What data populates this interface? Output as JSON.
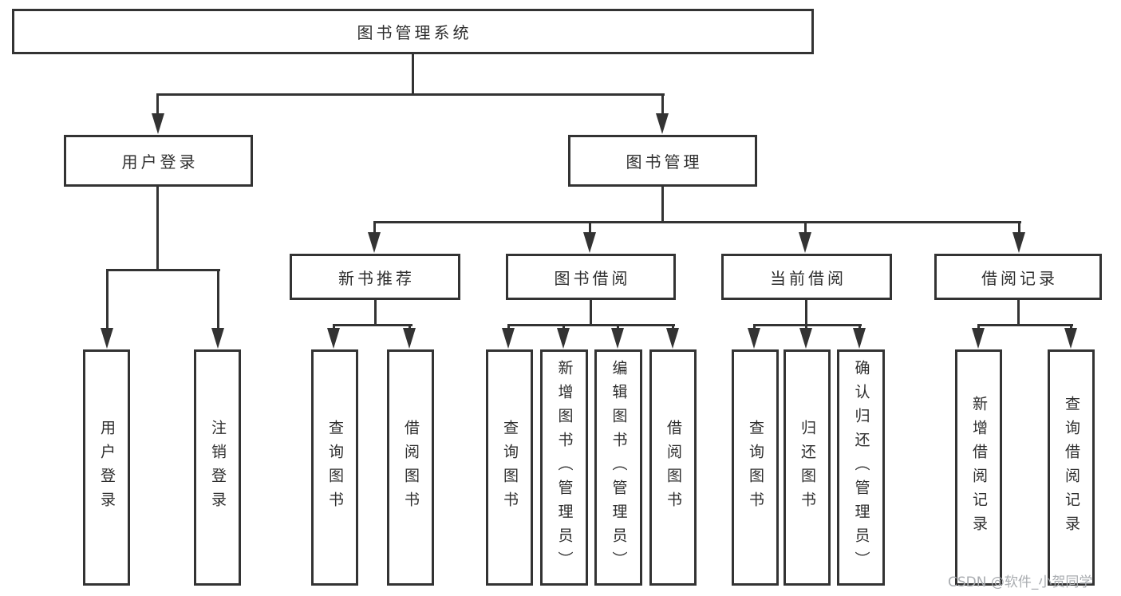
{
  "tree": {
    "root": "图书管理系统",
    "l1": [
      "用户登录",
      "图书管理"
    ],
    "login_leaves": [
      "用户登录",
      "注销登录"
    ],
    "l2": [
      "新书推荐",
      "图书借阅",
      "当前借阅",
      "借阅记录"
    ],
    "newbook_leaves": [
      "查询图书",
      "借阅图书"
    ],
    "borrow_leaves": [
      "查询图书",
      "新增图书（管理员）",
      "编辑图书（管理员）",
      "借阅图书"
    ],
    "current_leaves": [
      "查询图书",
      "归还图书",
      "确认归还（管理员）"
    ],
    "record_leaves": [
      "新增借阅记录",
      "查询借阅记录"
    ]
  },
  "colors": {
    "line": "#333333",
    "border": "#333333",
    "background": "#ffffff",
    "watermark": "#a9acb0"
  },
  "watermark": "CSDN @软件_小贺同学"
}
